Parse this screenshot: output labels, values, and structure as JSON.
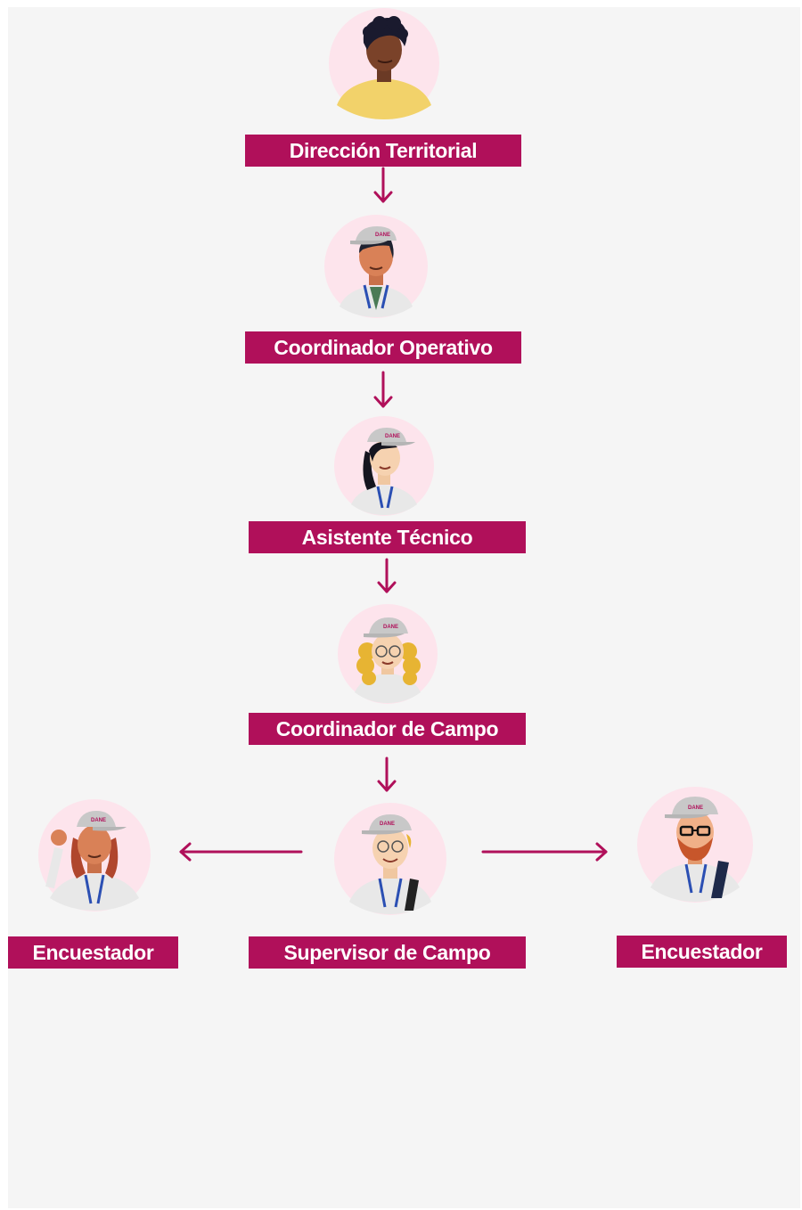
{
  "colors": {
    "accent": "#b0105a",
    "background": "#f5f5f5",
    "avatar_circle": "#fde4ec",
    "cap": "#c8c8c8",
    "lanyard": "#2b4fb3"
  },
  "nodes": [
    {
      "id": "direccion-territorial",
      "label": "Dirección Territorial",
      "avatar": "person-yellow-shirt-icon"
    },
    {
      "id": "coordinador-operativo",
      "label": "Coordinador Operativo",
      "avatar": "person-cap-tie-icon"
    },
    {
      "id": "asistente-tecnico",
      "label": "Asistente Técnico",
      "avatar": "person-cap-dark-hair-icon"
    },
    {
      "id": "coordinador-campo",
      "label": "Coordinador de Campo",
      "avatar": "person-cap-curly-hair-glasses-icon"
    },
    {
      "id": "supervisor-campo",
      "label": "Supervisor de Campo",
      "avatar": "person-cap-backpack-icon"
    },
    {
      "id": "encuestador-left",
      "label": "Encuestador",
      "avatar": "person-cap-waving-icon"
    },
    {
      "id": "encuestador-right",
      "label": "Encuestador",
      "avatar": "person-cap-beard-glasses-icon"
    }
  ],
  "edges": [
    {
      "from": "direccion-territorial",
      "to": "coordinador-operativo"
    },
    {
      "from": "coordinador-operativo",
      "to": "asistente-tecnico"
    },
    {
      "from": "asistente-tecnico",
      "to": "coordinador-campo"
    },
    {
      "from": "coordinador-campo",
      "to": "supervisor-campo"
    },
    {
      "from": "supervisor-campo",
      "to": "encuestador-left"
    },
    {
      "from": "supervisor-campo",
      "to": "encuestador-right"
    }
  ],
  "cap_text": "DANE"
}
